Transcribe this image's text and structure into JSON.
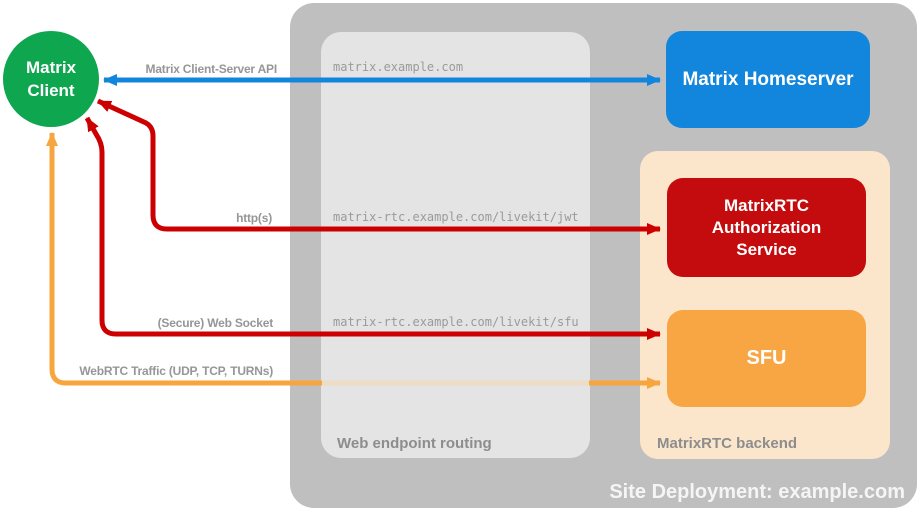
{
  "site_label": "Site Deployment: example.com",
  "nodes": {
    "client": "Matrix Client",
    "homeserver": "Matrix Homeserver",
    "auth": "MatrixRTC Authorization Service",
    "sfu": "SFU"
  },
  "sections": {
    "routing": "Web endpoint routing",
    "backend": "MatrixRTC backend"
  },
  "endpoints": {
    "homeserver": "matrix.example.com",
    "jwt": "matrix-rtc.example.com/livekit/jwt",
    "sfu": "matrix-rtc.example.com/livekit/sfu"
  },
  "arrow_labels": {
    "api": "Matrix Client-Server API",
    "https": "http(s)",
    "websocket": "(Secure) Web Socket",
    "webrtc": "WebRTC Traffic (UDP, TCP, TURNs)"
  },
  "colors": {
    "client_green": "#0ea64f",
    "homeserver_blue": "#1186dc",
    "auth_red": "#c40b0d",
    "red_arrow": "#cc0000",
    "sfu_orange": "#f8a643",
    "orange_arrow": "#f7a53e",
    "orange_arrow_faded": "#eeddc4",
    "backend_peach": "#fbe6cc",
    "site_container_gray": "#bfbfbf",
    "routing_container_gray": "#e4e4e4"
  }
}
